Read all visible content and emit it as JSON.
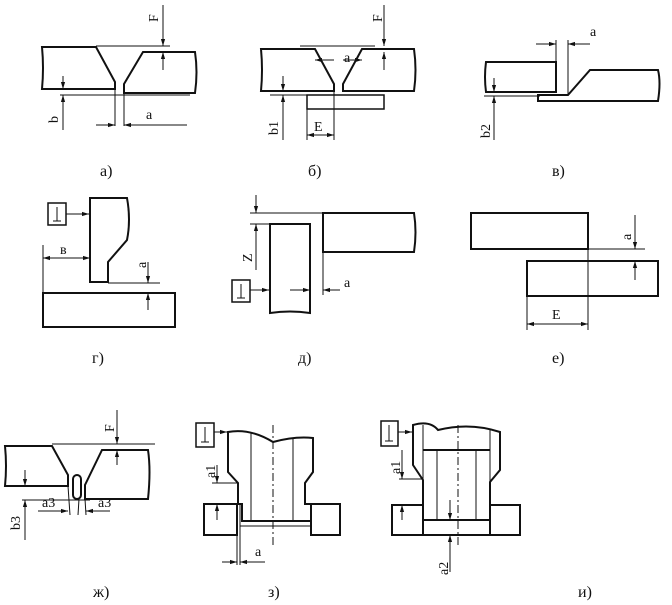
{
  "panels": [
    {
      "caption": "а)",
      "labels": {
        "F": "F",
        "b": "b",
        "a": "a"
      }
    },
    {
      "caption": "б)",
      "labels": {
        "F": "F",
        "a": "a",
        "b1": "b1",
        "E": "E"
      }
    },
    {
      "caption": "в)",
      "labels": {
        "a": "a",
        "b2": "b2"
      }
    },
    {
      "caption": "г)",
      "labels": {
        "v": "в",
        "a": "a"
      }
    },
    {
      "caption": "д)",
      "labels": {
        "Z": "Z",
        "a": "a"
      }
    },
    {
      "caption": "е)",
      "labels": {
        "a": "a",
        "E": "E"
      }
    },
    {
      "caption": "ж)",
      "labels": {
        "F": "F",
        "b3": "b3",
        "a3l": "a3",
        "a3r": "a3"
      }
    },
    {
      "caption": "з)",
      "labels": {
        "a1": "a1",
        "a": "a"
      }
    },
    {
      "caption": "и)",
      "labels": {
        "a1": "a1",
        "a2": "a2"
      }
    }
  ]
}
